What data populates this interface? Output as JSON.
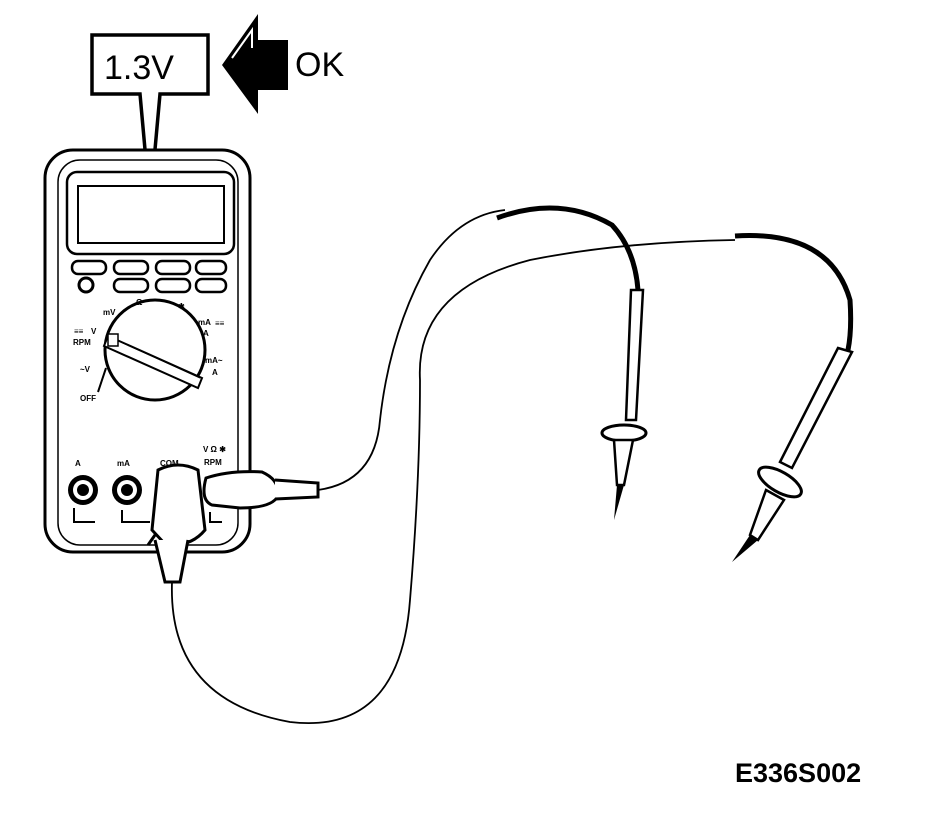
{
  "callout": {
    "reading": "1.3V",
    "status": "OK"
  },
  "meter": {
    "dial_labels": {
      "mv": "mV",
      "ohm": "Ω",
      "diode": "✱",
      "ma_dc": "mA",
      "a_dc": "A",
      "dc_v_sym": "≡≡",
      "v": "V",
      "rpm": "RPM",
      "ac_ma": "mA~",
      "ac_a": "A",
      "ac_v": "~V",
      "off": "OFF"
    },
    "jacks": {
      "a": "A",
      "ma": "mA",
      "com": "COM",
      "v_ohm": "V  Ω  ✱",
      "rpm": "RPM"
    }
  },
  "figure_id": "E336S002",
  "colors": {
    "ink": "#000000",
    "paper": "#ffffff"
  }
}
